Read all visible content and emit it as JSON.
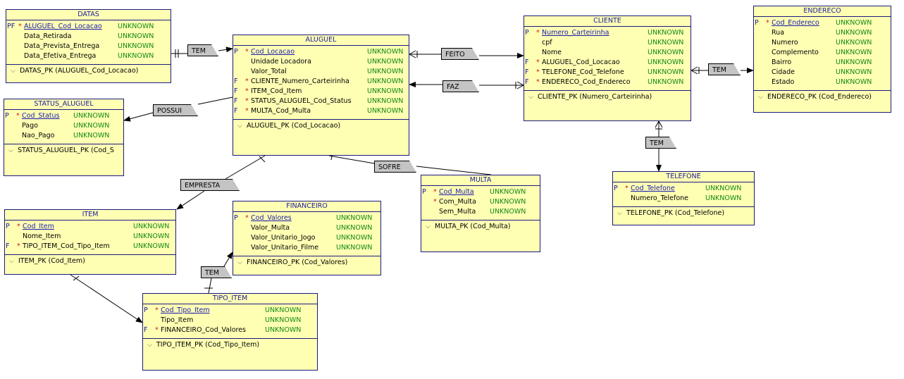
{
  "default_type": "UNKNOWN",
  "entities": {
    "datas": {
      "title": "DATAS",
      "columns": [
        {
          "flag": "PF",
          "mark": "*",
          "name": "ALUGUEL_Cod_Locacao",
          "type": "UNKNOWN",
          "pk": true
        },
        {
          "flag": "",
          "mark": "",
          "name": "Data_Retirada",
          "type": "UNKNOWN",
          "pk": false
        },
        {
          "flag": "",
          "mark": "",
          "name": "Data_Prevista_Entrega",
          "type": "UNKNOWN",
          "pk": false
        },
        {
          "flag": "",
          "mark": "",
          "name": "Data_Efetiva_Entrega",
          "type": "UNKNOWN",
          "pk": false
        }
      ],
      "keys": [
        "DATAS_PK (ALUGUEL_Cod_Locacao)"
      ]
    },
    "aluguel": {
      "title": "ALUGUEL",
      "columns": [
        {
          "flag": "P",
          "mark": "*",
          "name": "Cod_Locacao",
          "type": "UNKNOWN",
          "pk": true
        },
        {
          "flag": "",
          "mark": "",
          "name": "Unidade Locadora",
          "type": "UNKNOWN",
          "pk": false
        },
        {
          "flag": "",
          "mark": "",
          "name": "Valor_Total",
          "type": "UNKNOWN",
          "pk": false
        },
        {
          "flag": "F",
          "mark": "*",
          "name": "CLIENTE_Numero_Carteirinha",
          "type": "UNKNOWN",
          "pk": false
        },
        {
          "flag": "F",
          "mark": "*",
          "name": "ITEM_Cod_Item",
          "type": "UNKNOWN",
          "pk": false
        },
        {
          "flag": "F",
          "mark": "*",
          "name": "STATUS_ALUGUEL_Cod_Status",
          "type": "UNKNOWN",
          "pk": false
        },
        {
          "flag": "F",
          "mark": "*",
          "name": "MULTA_Cod_Multa",
          "type": "UNKNOWN",
          "pk": false
        }
      ],
      "keys": [
        "ALUGUEL_PK (Cod_Locacao)"
      ]
    },
    "cliente": {
      "title": "CLIENTE",
      "columns": [
        {
          "flag": "P",
          "mark": "*",
          "name": "Numero_Carteirinha",
          "type": "UNKNOWN",
          "pk": true
        },
        {
          "flag": "",
          "mark": "",
          "name": "cpf",
          "type": "UNKNOWN",
          "pk": false
        },
        {
          "flag": "",
          "mark": "",
          "name": "Nome",
          "type": "UNKNOWN",
          "pk": false
        },
        {
          "flag": "F",
          "mark": "*",
          "name": "ALUGUEL_Cod_Locacao",
          "type": "UNKNOWN",
          "pk": false
        },
        {
          "flag": "F",
          "mark": "*",
          "name": "TELEFONE_Cod_Telefone",
          "type": "UNKNOWN",
          "pk": false
        },
        {
          "flag": "F",
          "mark": "*",
          "name": "ENDERECO_Cod_Endereco",
          "type": "UNKNOWN",
          "pk": false
        }
      ],
      "keys": [
        "CLIENTE_PK (Numero_Carteirinha)"
      ]
    },
    "endereco": {
      "title": "ENDERECO",
      "columns": [
        {
          "flag": "P",
          "mark": "*",
          "name": "Cod_Endereco",
          "type": "UNKNOWN",
          "pk": true
        },
        {
          "flag": "",
          "mark": "",
          "name": "Rua",
          "type": "UNKNOWN",
          "pk": false
        },
        {
          "flag": "",
          "mark": "",
          "name": "Numero",
          "type": "UNKNOWN",
          "pk": false
        },
        {
          "flag": "",
          "mark": "",
          "name": "Complemento",
          "type": "UNKNOWN",
          "pk": false
        },
        {
          "flag": "",
          "mark": "",
          "name": "Bairro",
          "type": "UNKNOWN",
          "pk": false
        },
        {
          "flag": "",
          "mark": "",
          "name": "Cidade",
          "type": "UNKNOWN",
          "pk": false
        },
        {
          "flag": "",
          "mark": "",
          "name": "Estado",
          "type": "UNKNOWN",
          "pk": false
        }
      ],
      "keys": [
        "ENDERECO_PK (Cod_Endereco)"
      ]
    },
    "status_aluguel": {
      "title": "STATUS_ALUGUEL",
      "columns": [
        {
          "flag": "P",
          "mark": "*",
          "name": "Cod_Status",
          "type": "UNKNOWN",
          "pk": true
        },
        {
          "flag": "",
          "mark": "",
          "name": "Pago",
          "type": "UNKNOWN",
          "pk": false
        },
        {
          "flag": "",
          "mark": "",
          "name": "Nao_Pago",
          "type": "UNKNOWN",
          "pk": false
        }
      ],
      "keys": [
        "STATUS_ALUGUEL_PK (Cod_S"
      ]
    },
    "telefone": {
      "title": "TELEFONE",
      "columns": [
        {
          "flag": "P",
          "mark": "*",
          "name": "Cod_Telefone",
          "type": "UNKNOWN",
          "pk": true
        },
        {
          "flag": "",
          "mark": "",
          "name": "Numero_Telefone",
          "type": "UNKNOWN",
          "pk": false
        }
      ],
      "keys": [
        "TELEFONE_PK (Cod_Telefone)"
      ]
    },
    "item": {
      "title": "ITEM",
      "columns": [
        {
          "flag": "P",
          "mark": "*",
          "name": "Cod_Item",
          "type": "UNKNOWN",
          "pk": true
        },
        {
          "flag": "",
          "mark": "",
          "name": "Nome_Item",
          "type": "UNKNOWN",
          "pk": false
        },
        {
          "flag": "F",
          "mark": "*",
          "name": "TIPO_ITEM_Cod_Tipo_Item",
          "type": "UNKNOWN",
          "pk": false
        }
      ],
      "keys": [
        "ITEM_PK (Cod_Item)"
      ]
    },
    "financeiro": {
      "title": "FINANCEIRO",
      "columns": [
        {
          "flag": "P",
          "mark": "*",
          "name": "Cod_Valores",
          "type": "UNKNOWN",
          "pk": true
        },
        {
          "flag": "",
          "mark": "",
          "name": "Valor_Multa",
          "type": "UNKNOWN",
          "pk": false
        },
        {
          "flag": "",
          "mark": "",
          "name": "Valor_Unitario_Jogo",
          "type": "UNKNOWN",
          "pk": false
        },
        {
          "flag": "",
          "mark": "",
          "name": "Valor_Unitario_Filme",
          "type": "UNKNOWN",
          "pk": false
        }
      ],
      "keys": [
        "FINANCEIRO_PK (Cod_Valores)"
      ]
    },
    "multa": {
      "title": "MULTA",
      "columns": [
        {
          "flag": "P",
          "mark": "*",
          "name": "Cod_Multa",
          "type": "UNKNOWN",
          "pk": true
        },
        {
          "flag": "",
          "mark": "*",
          "name": "Com_Multa",
          "type": "UNKNOWN",
          "pk": false
        },
        {
          "flag": "",
          "mark": "",
          "name": "Sem_Multa",
          "type": "UNKNOWN",
          "pk": false
        }
      ],
      "keys": [
        "MULTA_PK (Cod_Multa)"
      ]
    },
    "tipo_item": {
      "title": "TIPO_ITEM",
      "columns": [
        {
          "flag": "P",
          "mark": "*",
          "name": "Cod_Tipo_Item",
          "type": "UNKNOWN",
          "pk": true
        },
        {
          "flag": "",
          "mark": "",
          "name": "Tipo_Item",
          "type": "UNKNOWN",
          "pk": false
        },
        {
          "flag": "F",
          "mark": "*",
          "name": "FINANCEIRO_Cod_Valores",
          "type": "UNKNOWN",
          "pk": false
        }
      ],
      "keys": [
        "TIPO_ITEM_PK (Cod_Tipo_Item)"
      ]
    }
  },
  "relationships": [
    {
      "id": "tem_datas",
      "label": "TEM",
      "from": "datas",
      "to": "aluguel"
    },
    {
      "id": "possui",
      "label": "POSSUI",
      "from": "aluguel",
      "to": "status_aluguel"
    },
    {
      "id": "feito",
      "label": "FEITO",
      "from": "aluguel",
      "to": "cliente"
    },
    {
      "id": "faz",
      "label": "FAZ",
      "from": "cliente",
      "to": "aluguel"
    },
    {
      "id": "tem_endereco",
      "label": "TEM",
      "from": "cliente",
      "to": "endereco"
    },
    {
      "id": "tem_telefone",
      "label": "TEM",
      "from": "cliente",
      "to": "telefone"
    },
    {
      "id": "empresta",
      "label": "EMPRESTA",
      "from": "aluguel",
      "to": "item"
    },
    {
      "id": "sofre",
      "label": "SOFRE",
      "from": "aluguel",
      "to": "multa"
    },
    {
      "id": "tem_financeiro",
      "label": "TEM",
      "from": "tipo_item",
      "to": "financeiro"
    },
    {
      "id": "item_tipo",
      "label": "",
      "from": "item",
      "to": "tipo_item"
    }
  ]
}
